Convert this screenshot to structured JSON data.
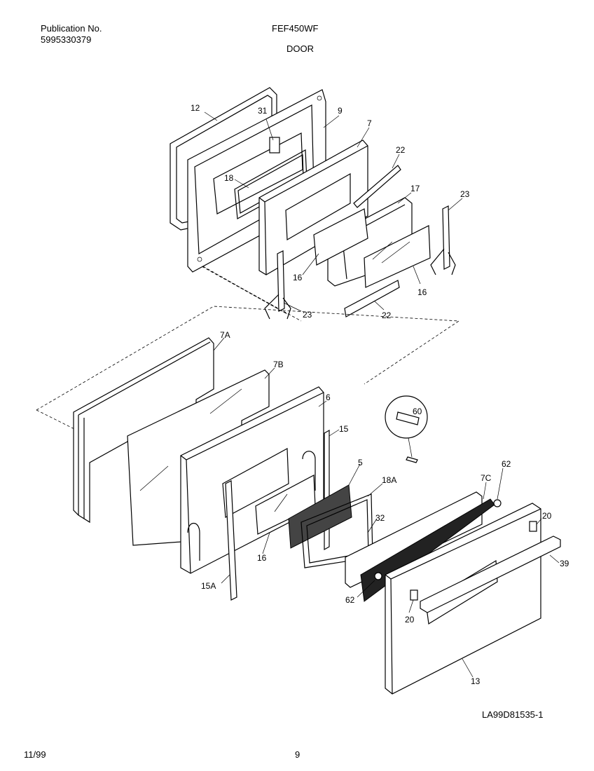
{
  "header": {
    "publication_label": "Publication No.",
    "publication_number": "5995330379",
    "model": "FEF450WF",
    "section": "DOOR"
  },
  "footer": {
    "date": "11/99",
    "page": "9",
    "diagram_code": "LA99D81535-1"
  },
  "callouts": {
    "p12": "12",
    "p31": "31",
    "p9": "9",
    "p7": "7",
    "p22a": "22",
    "p17": "17",
    "p18": "18",
    "p23a": "23",
    "p16a": "16",
    "p16b": "16",
    "p23b": "23",
    "p22b": "22",
    "p7A": "7A",
    "p7B": "7B",
    "p6": "6",
    "p15": "15",
    "p60": "60",
    "p5": "5",
    "p18A": "18A",
    "p62a": "62",
    "p7C": "7C",
    "p32": "32",
    "p20a": "20",
    "p39": "39",
    "p16c": "16",
    "p15A": "15A",
    "p62b": "62",
    "p20b": "20",
    "p13": "13"
  }
}
